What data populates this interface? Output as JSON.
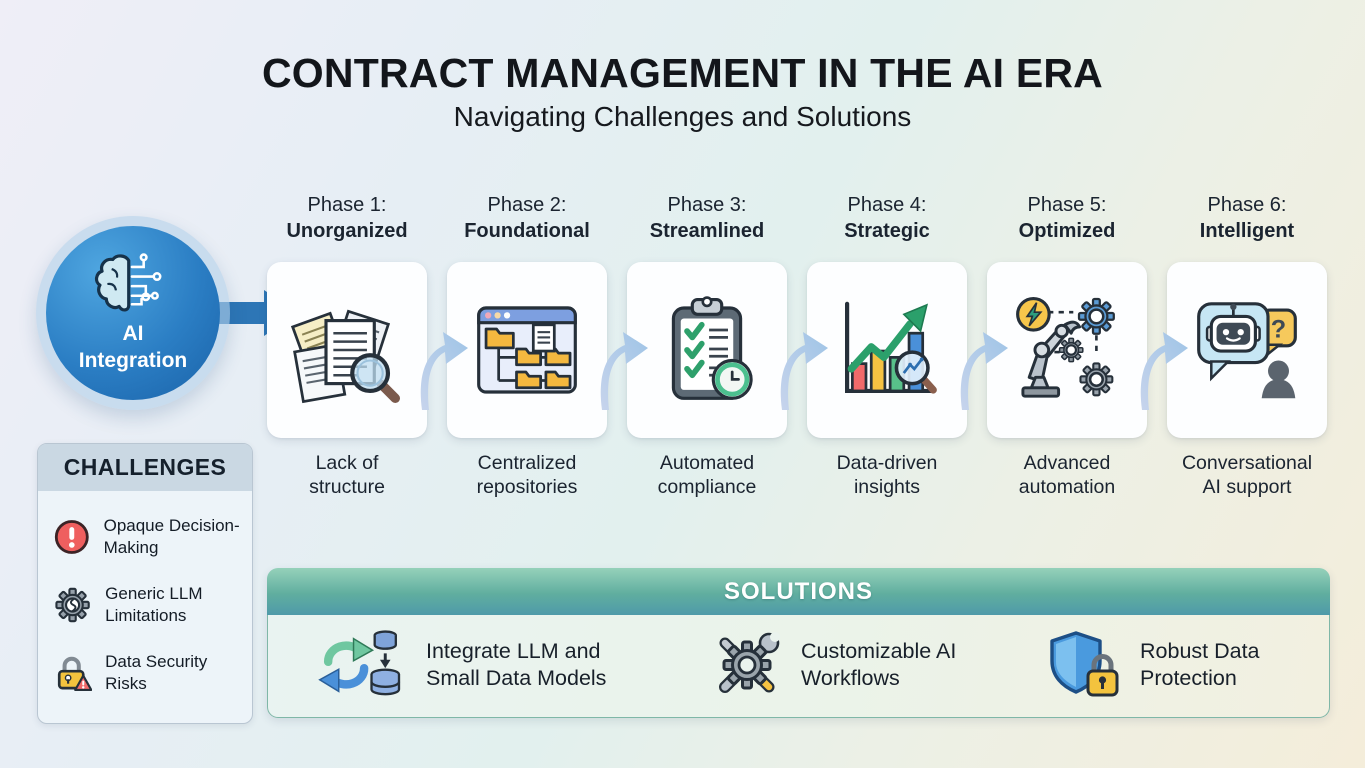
{
  "header": {
    "title": "CONTRACT MANAGEMENT IN THE AI ERA",
    "subtitle": "Navigating Challenges and Solutions"
  },
  "ai_hub": {
    "label": "AI Integration"
  },
  "phases": [
    {
      "phase": "Phase 1:",
      "name": "Unorganized",
      "caption": "Lack of structure",
      "icon": "documents-magnifier-icon"
    },
    {
      "phase": "Phase 2:",
      "name": "Foundational",
      "caption": "Centralized repositories",
      "icon": "folder-tree-window-icon"
    },
    {
      "phase": "Phase 3:",
      "name": "Streamlined",
      "caption": "Automated compliance",
      "icon": "clipboard-checklist-clock-icon"
    },
    {
      "phase": "Phase 4:",
      "name": "Strategic",
      "caption": "Data-driven insights",
      "icon": "bar-chart-growth-magnifier-icon"
    },
    {
      "phase": "Phase 5:",
      "name": "Optimized",
      "caption": "Advanced automation",
      "icon": "robot-arm-gears-icon"
    },
    {
      "phase": "Phase 6:",
      "name": "Intelligent",
      "caption": "Conversational AI support",
      "icon": "chatbot-conversation-icon"
    }
  ],
  "challenges": {
    "title": "CHALLENGES",
    "items": [
      {
        "label": "Opaque Decision-Making",
        "icon": "alert-circle-icon"
      },
      {
        "label": "Generic LLM Limitations",
        "icon": "broken-gear-icon"
      },
      {
        "label": "Data Security Risks",
        "icon": "lock-warning-icon"
      }
    ]
  },
  "solutions": {
    "title": "SOLUTIONS",
    "items": [
      {
        "label": "Integrate LLM and Small Data Models",
        "icon": "sync-database-icon"
      },
      {
        "label": "Customizable AI Workflows",
        "icon": "gear-tools-icon"
      },
      {
        "label": "Robust Data Protection",
        "icon": "shield-lock-icon"
      }
    ]
  },
  "palette": {
    "hub_blue": "#2b7ec4",
    "arrow_blue": "#2d76b6",
    "connector_blue": "#aecbe8",
    "challenges_header_bg": "#cad8e3",
    "solutions_header_teal": "#5fae9e",
    "alert_red": "#ef5f5f",
    "warning_yellow": "#f3c33e",
    "success_green": "#2ba06b",
    "shield_blue": "#4a9ade"
  }
}
